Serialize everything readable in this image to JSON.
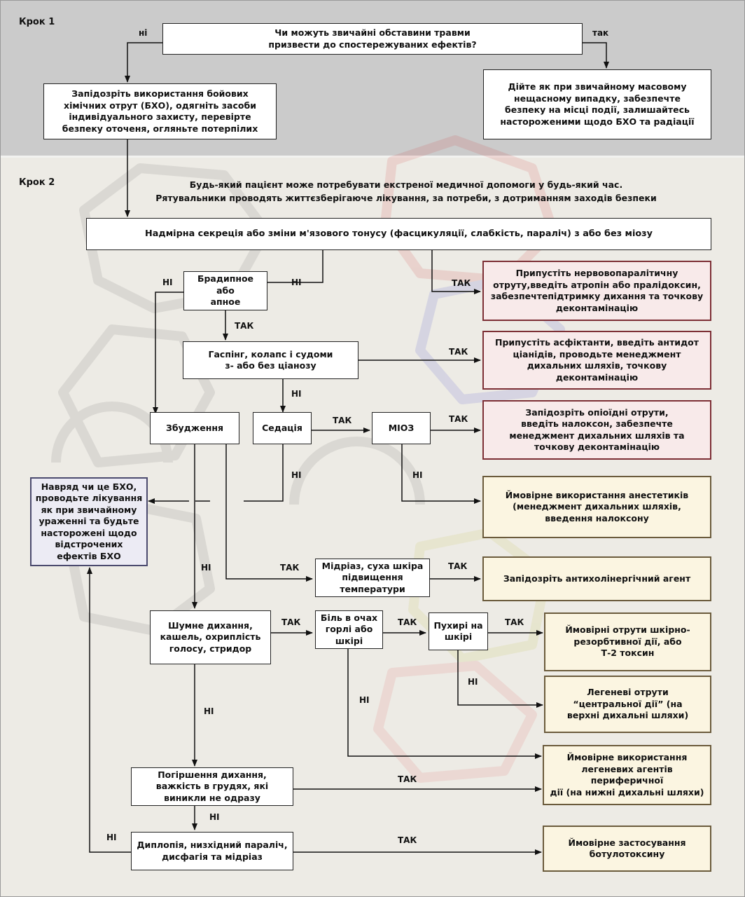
{
  "steps": {
    "step1": "Крок 1",
    "step2": "Крок 2"
  },
  "intro": {
    "line1": "Будь-який пацієнт може потребувати екстреної медичної допомоги у будь-який час.",
    "line2": "Рятувальники проводять життєзберігаюче лікування, за потреби, з дотриманням заходів безпеки"
  },
  "labels": {
    "yes_lower": "так",
    "no_lower": "ні",
    "yes": "ТАК",
    "no": "НІ"
  },
  "nodes": {
    "q_trauma": "Чи можуть звичайні обставини травми\nпризвести до спостережуваних ефектів?",
    "suspect_cwa": "Запідозріть використання бойових\nхімічних отрут  (БХО), одягніть засоби\nіндивідуального захисту, перевірте\nбезпеку оточеня, огляньте потерпілих",
    "mass_casualty": "Дійте як при звичайному масовому\nнещасному випадку, забезпечте\nбезпеку на місці події, залишайтесь\nнастороженими щодо БХО та радіації",
    "secretion": "Надмірна секреція або зміни м'язового тонусу (фасцикуляції, слабкість, параліч) з або без міозу",
    "brady": "Брадипное\nабо\nапное",
    "gasping": "Гаспінг, колапс і судоми\nз- або без ціанозу",
    "agitation": "Збудження",
    "sedation": "Седація",
    "miosis": "МІОЗ",
    "mydriasis": "Мідріаз, суха шкіра\nпідвищення\nтемператури",
    "noisy": "Шумне дихання,\nкашель, охриплість\nголосу, стридор",
    "pain": "Біль в очах\nгорлі або\nшкірі",
    "blisters": "Пухирі на\nшкірі",
    "delayed": "Погіршення дихання,\nважкість в грудях, які\nвиникли не одразу",
    "diplopia": "Диплопія, низхідний параліч,\nдисфагія та мідріаз",
    "unlikely": "Навряд чи це БХО,\nпроводьте лікування\nяк при звичайному\nураженні та будьте\nнасторожені щодо\nвідстрочених\nефектів БХО",
    "nerve": "Припустіть нервовопаралітичну\nотруту,введіть атропін або пралідоксин,\nзабезпечтепідтримку дихання та точкову\nдеконтамінацію",
    "asphyxiant": "Припустіть асфіктанти, введіть антидот\nціанідів, проводьте менеджмент\nдихальних шляхів, точкову\nдеконтамінацію",
    "opioid": "Запідозріть опіоїдні отрути,\nвведіть налоксон, забезпечте\nменеджмент дихальних шляхів та\nточкову деконтамінацію",
    "anesthetic": "Ймовірне використання анестетиків\n(менеджмент дихальних шляхів,\nвведення налоксону",
    "anticholinergic": "Запідозріть антихолінергічний агент",
    "vesicant": "Ймовірні отрути шкірно-\nрезорбтивної дії, або\nТ-2 токсин",
    "central_pulm": "Легеневі отрути\n“центральної дії” (на\nверхні дихальні шляхи)",
    "peripheral_pulm": "Ймовірне використання\nлегеневих агентів\nпериферичної\nдії (на нижні дихальні шляхи)",
    "botulinum": "Ймовірне застосування\nботулотоксину"
  },
  "colors": {
    "step1_bg": "#cbcbcb",
    "step2_bg": "#edebe5",
    "red_box": "#f8eaea",
    "yellow_box": "#fbf5e1",
    "purple_box": "#ecebf4"
  }
}
